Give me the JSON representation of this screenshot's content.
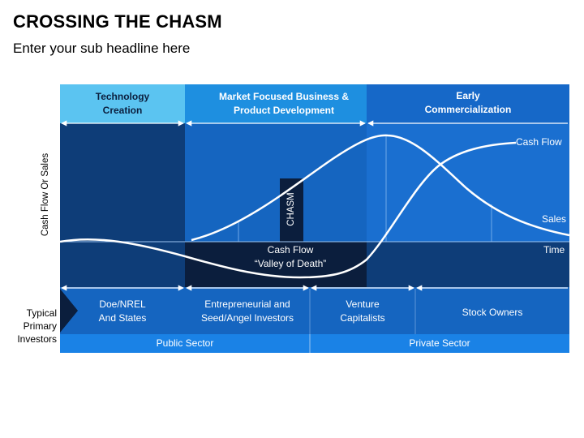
{
  "header": {
    "title": "CROSSING THE CHASM",
    "subtitle": "Enter your sub headline here"
  },
  "phases": [
    {
      "label": "Technology\nCreation"
    },
    {
      "label": "Market Focused Business &\nProduct Development"
    },
    {
      "label": "Early\nCommercialization"
    }
  ],
  "axes": {
    "y_label": "Cash Flow Or Sales",
    "x_label": "Time"
  },
  "curves": {
    "cash_flow": "Cash Flow",
    "sales": "Sales"
  },
  "chasm": {
    "label": "CHASM",
    "valley_title": "Cash Flow",
    "valley_subtitle": "“Valley of Death”"
  },
  "investors": {
    "row_label": "Typical\nPrimary\nInvestors",
    "groups": [
      {
        "label": "Doe/NREL\nAnd States"
      },
      {
        "label": "Entrepreneurial and\nSeed/Angel Investors"
      },
      {
        "label": "Venture\nCapitalists"
      },
      {
        "label": "Stock Owners"
      }
    ],
    "sectors": [
      {
        "label": "Public Sector"
      },
      {
        "label": "Private Sector"
      }
    ]
  },
  "colors": {
    "light_blue": "#5bc4f1",
    "mid_blue": "#1a82d9",
    "blue": "#1565c0",
    "dark_navy": "#0e3d78",
    "deep_navy": "#0b1e3d",
    "curve": "#ffffff"
  }
}
